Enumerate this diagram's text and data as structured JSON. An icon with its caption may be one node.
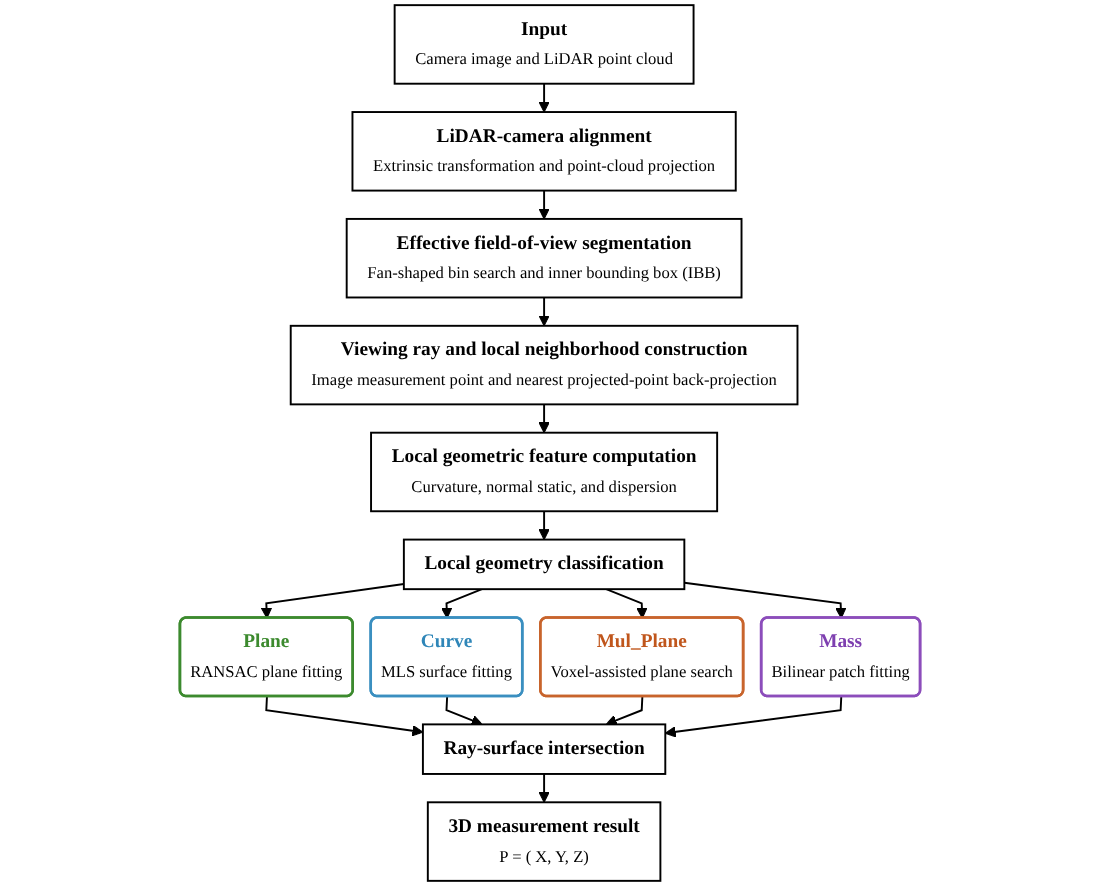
{
  "diagram": {
    "nodes": [
      {
        "text": [
          "Input",
          "Camera image and LiDAR point cloud"
        ]
      },
      {
        "text": [
          "LiDAR-camera alignment",
          "Extrinsic transformation and point-cloud projection"
        ]
      },
      {
        "text": [
          "Effective field-of-view segmentation",
          "Fan-shaped bin search and inner bounding box (IBB)"
        ]
      },
      {
        "text": [
          "Viewing ray and local neighborhood construction",
          "Image measurement point and nearest projected-point back-projection"
        ]
      },
      {
        "text": [
          "Local geometric feature computation",
          "Curvature, normal static, and dispersion"
        ]
      },
      {
        "text": [
          "Local geometry classification"
        ]
      },
      {
        "text": [
          "Plane",
          "RANSAC plane fitting"
        ]
      },
      {
        "text": [
          "Curve",
          "MLS surface fitting"
        ]
      },
      {
        "text": [
          "Mul_Plane",
          "Voxel-assisted plane search"
        ]
      },
      {
        "text": [
          "Mass",
          "Bilinear patch fitting"
        ]
      },
      {
        "text": [
          "Ray-surface intersection"
        ]
      },
      {
        "text": [
          "3D measurement result",
          "P = ( X, Y, Z)"
        ]
      }
    ],
    "edges": [
      {
        "from": 0,
        "to": 1,
        "arrow": "to"
      },
      {
        "from": 1,
        "to": 2,
        "arrow": "to"
      },
      {
        "from": 2,
        "to": 3,
        "arrow": "to"
      },
      {
        "from": 3,
        "to": 4,
        "arrow": "to"
      },
      {
        "from": 4,
        "to": 5,
        "arrow": "to"
      },
      {
        "from": 5,
        "to": 6,
        "arrow": "to"
      },
      {
        "from": 5,
        "to": 7,
        "arrow": "to"
      },
      {
        "from": 5,
        "to": 8,
        "arrow": "to"
      },
      {
        "from": 5,
        "to": 9,
        "arrow": "to"
      },
      {
        "from": 6,
        "to": 10,
        "arrow": "to"
      },
      {
        "from": 7,
        "to": 10,
        "arrow": "to"
      },
      {
        "from": 8,
        "to": 10,
        "arrow": "to"
      },
      {
        "from": 9,
        "to": 10,
        "arrow": "to"
      },
      {
        "from": 10,
        "to": 11,
        "arrow": "to"
      }
    ]
  }
}
